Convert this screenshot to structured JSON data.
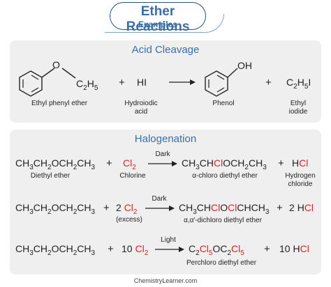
{
  "header": {
    "title": "Ether Reactions",
    "subtitle": "Examples"
  },
  "acid_cleavage": {
    "title": "Acid Cleavage",
    "reactant1_group": "C",
    "reactant1_sub1": "2",
    "reactant1_H": "H",
    "reactant1_sub2": "5",
    "reactant1_O": "O",
    "reactant1_name": "Ethyl phenyl ether",
    "plus1": "+",
    "reagent": "HI",
    "reagent_name_line1": "Hydroiodic",
    "reagent_name_line2": "acid",
    "product1_group": "OH",
    "product1_name": "Phenol",
    "plus2": "+",
    "product2_C": "C",
    "product2_sub1": "2",
    "product2_H": "H",
    "product2_sub2": "5",
    "product2_I": "I",
    "product2_name_line1": "Ethyl",
    "product2_name_line2": "iodide"
  },
  "halogenation": {
    "title": "Halogenation",
    "reactions": [
      {
        "reactant": "CH3CH2OCH2CH3",
        "reactant_name": "Diethyl ether",
        "plus1": "+",
        "coef": "",
        "reagent_base": "Cl",
        "reagent_sub": "2",
        "reagent_name": "Chlorine",
        "condition": "Dark",
        "product_name": "α-chloro diethyl ether",
        "plus2": "+",
        "byproduct_coef": "",
        "byproduct_H": "H",
        "byproduct_Cl": "Cl",
        "byproduct_name_line1": "Hydrogen",
        "byproduct_name_line2": "chloride"
      },
      {
        "reactant": "CH3CH2OCH2CH3",
        "plus1": "+",
        "coef": "2",
        "reagent_base": "Cl",
        "reagent_sub": "2",
        "reagent_name": "(excess)",
        "condition": "Dark",
        "product_name": "α,α′-dichloro diethyl ether",
        "plus2": "+",
        "byproduct_coef": "2",
        "byproduct_H": "H",
        "byproduct_Cl": "Cl"
      },
      {
        "reactant": "CH3CH2OCH2CH3",
        "plus1": "+",
        "coef": "10",
        "reagent_base": "Cl",
        "reagent_sub": "2",
        "condition": "Light",
        "product_name": "Perchloro diethyl ether",
        "plus2": "+",
        "byproduct_coef": "10",
        "byproduct_H": "H",
        "byproduct_Cl": "Cl"
      }
    ]
  },
  "footer": {
    "text": "ChemistryLearner.com"
  },
  "colors": {
    "accent": "#3a6fa6",
    "chlorine": "#e02020",
    "panel": "#efefef"
  }
}
